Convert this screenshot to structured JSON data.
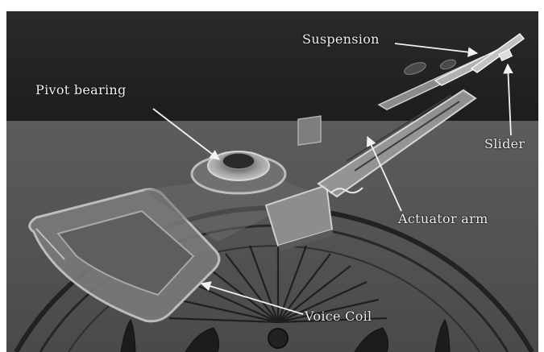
{
  "labels": {
    "suspension": "Suspension",
    "pivot_bearing": "Pivot bearing",
    "slider": "Slider",
    "actuator_arm": "Actuator arm",
    "voice_coil": "Voice Coil"
  },
  "colors": {
    "top_background": "#252525",
    "bottom_background": "#5a5a5a",
    "label_text": "#f2f2f2",
    "leader_line": "#f2f2f2"
  }
}
